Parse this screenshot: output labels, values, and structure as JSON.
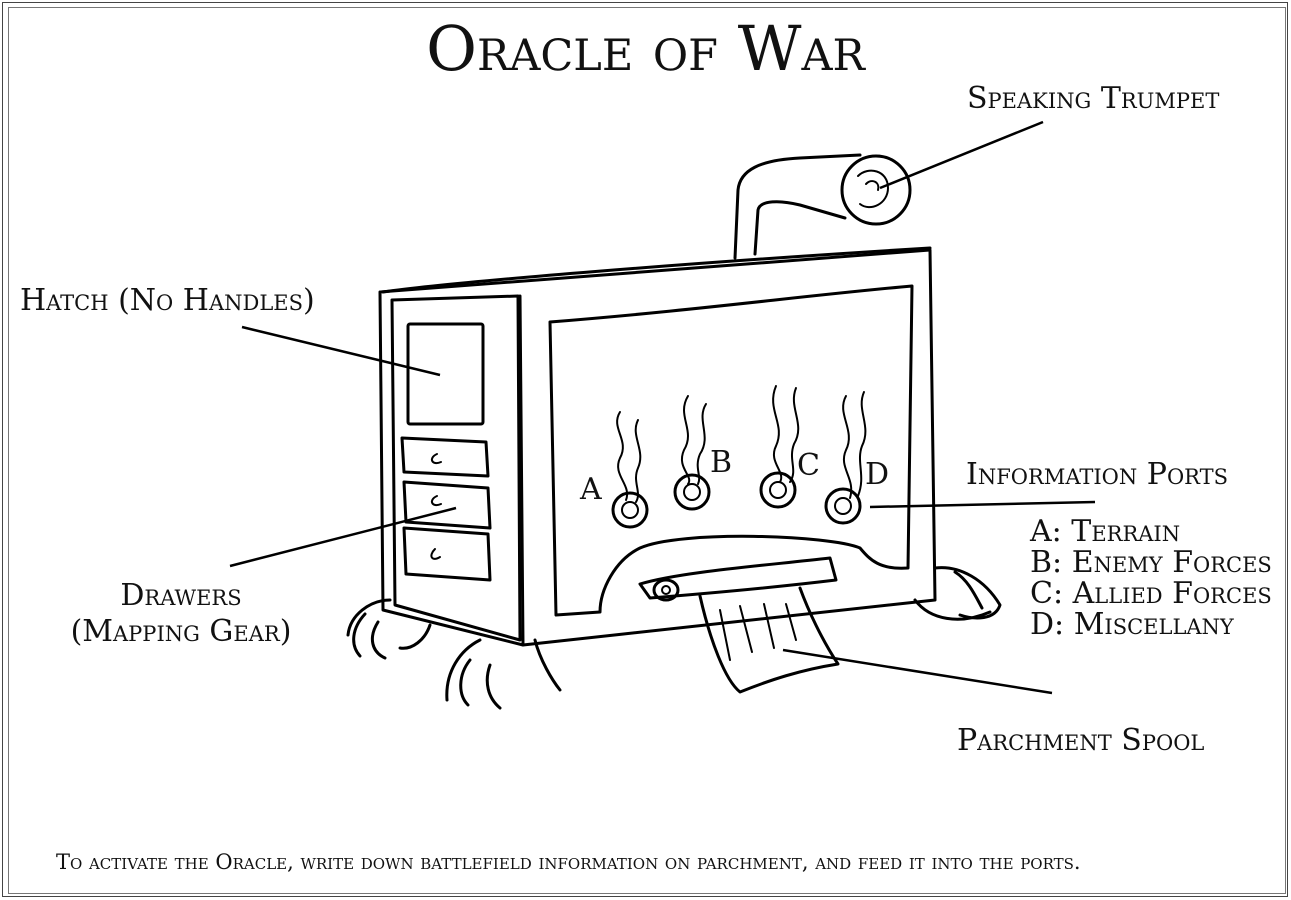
{
  "title": "Oracle of War",
  "labels": {
    "speaking_trumpet": "Speaking Trumpet",
    "hatch": "Hatch (No Handles)",
    "drawers_line1": "Drawers",
    "drawers_line2": "(Mapping Gear)",
    "information_ports": "Information Ports",
    "parchment_spool": "Parchment Spool"
  },
  "ports": [
    {
      "letter": "A",
      "meaning": "A: Terrain"
    },
    {
      "letter": "B",
      "meaning": "B: Enemy Forces"
    },
    {
      "letter": "C",
      "meaning": "C: Allied Forces"
    },
    {
      "letter": "D",
      "meaning": "D: Miscellany"
    }
  ],
  "caption": "To activate the Oracle, write down battlefield information on parchment, and  feed it into the ports."
}
